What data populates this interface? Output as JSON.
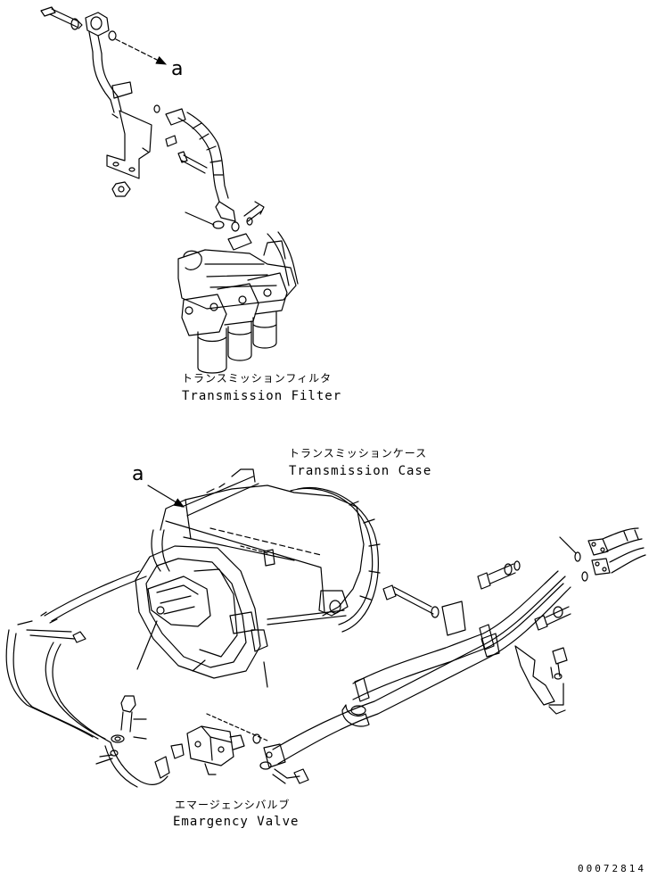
{
  "labels": {
    "filter_jp": "トランスミッションフィルタ",
    "filter_en": "Transmission Filter",
    "case_jp": "トランスミッションケース",
    "case_en": "Transmission Case",
    "valve_jp": "エマージェンシバルブ",
    "valve_en": "Emargency Valve",
    "ref_top": "a",
    "ref_mid": "a",
    "doc_number": "00072814"
  }
}
